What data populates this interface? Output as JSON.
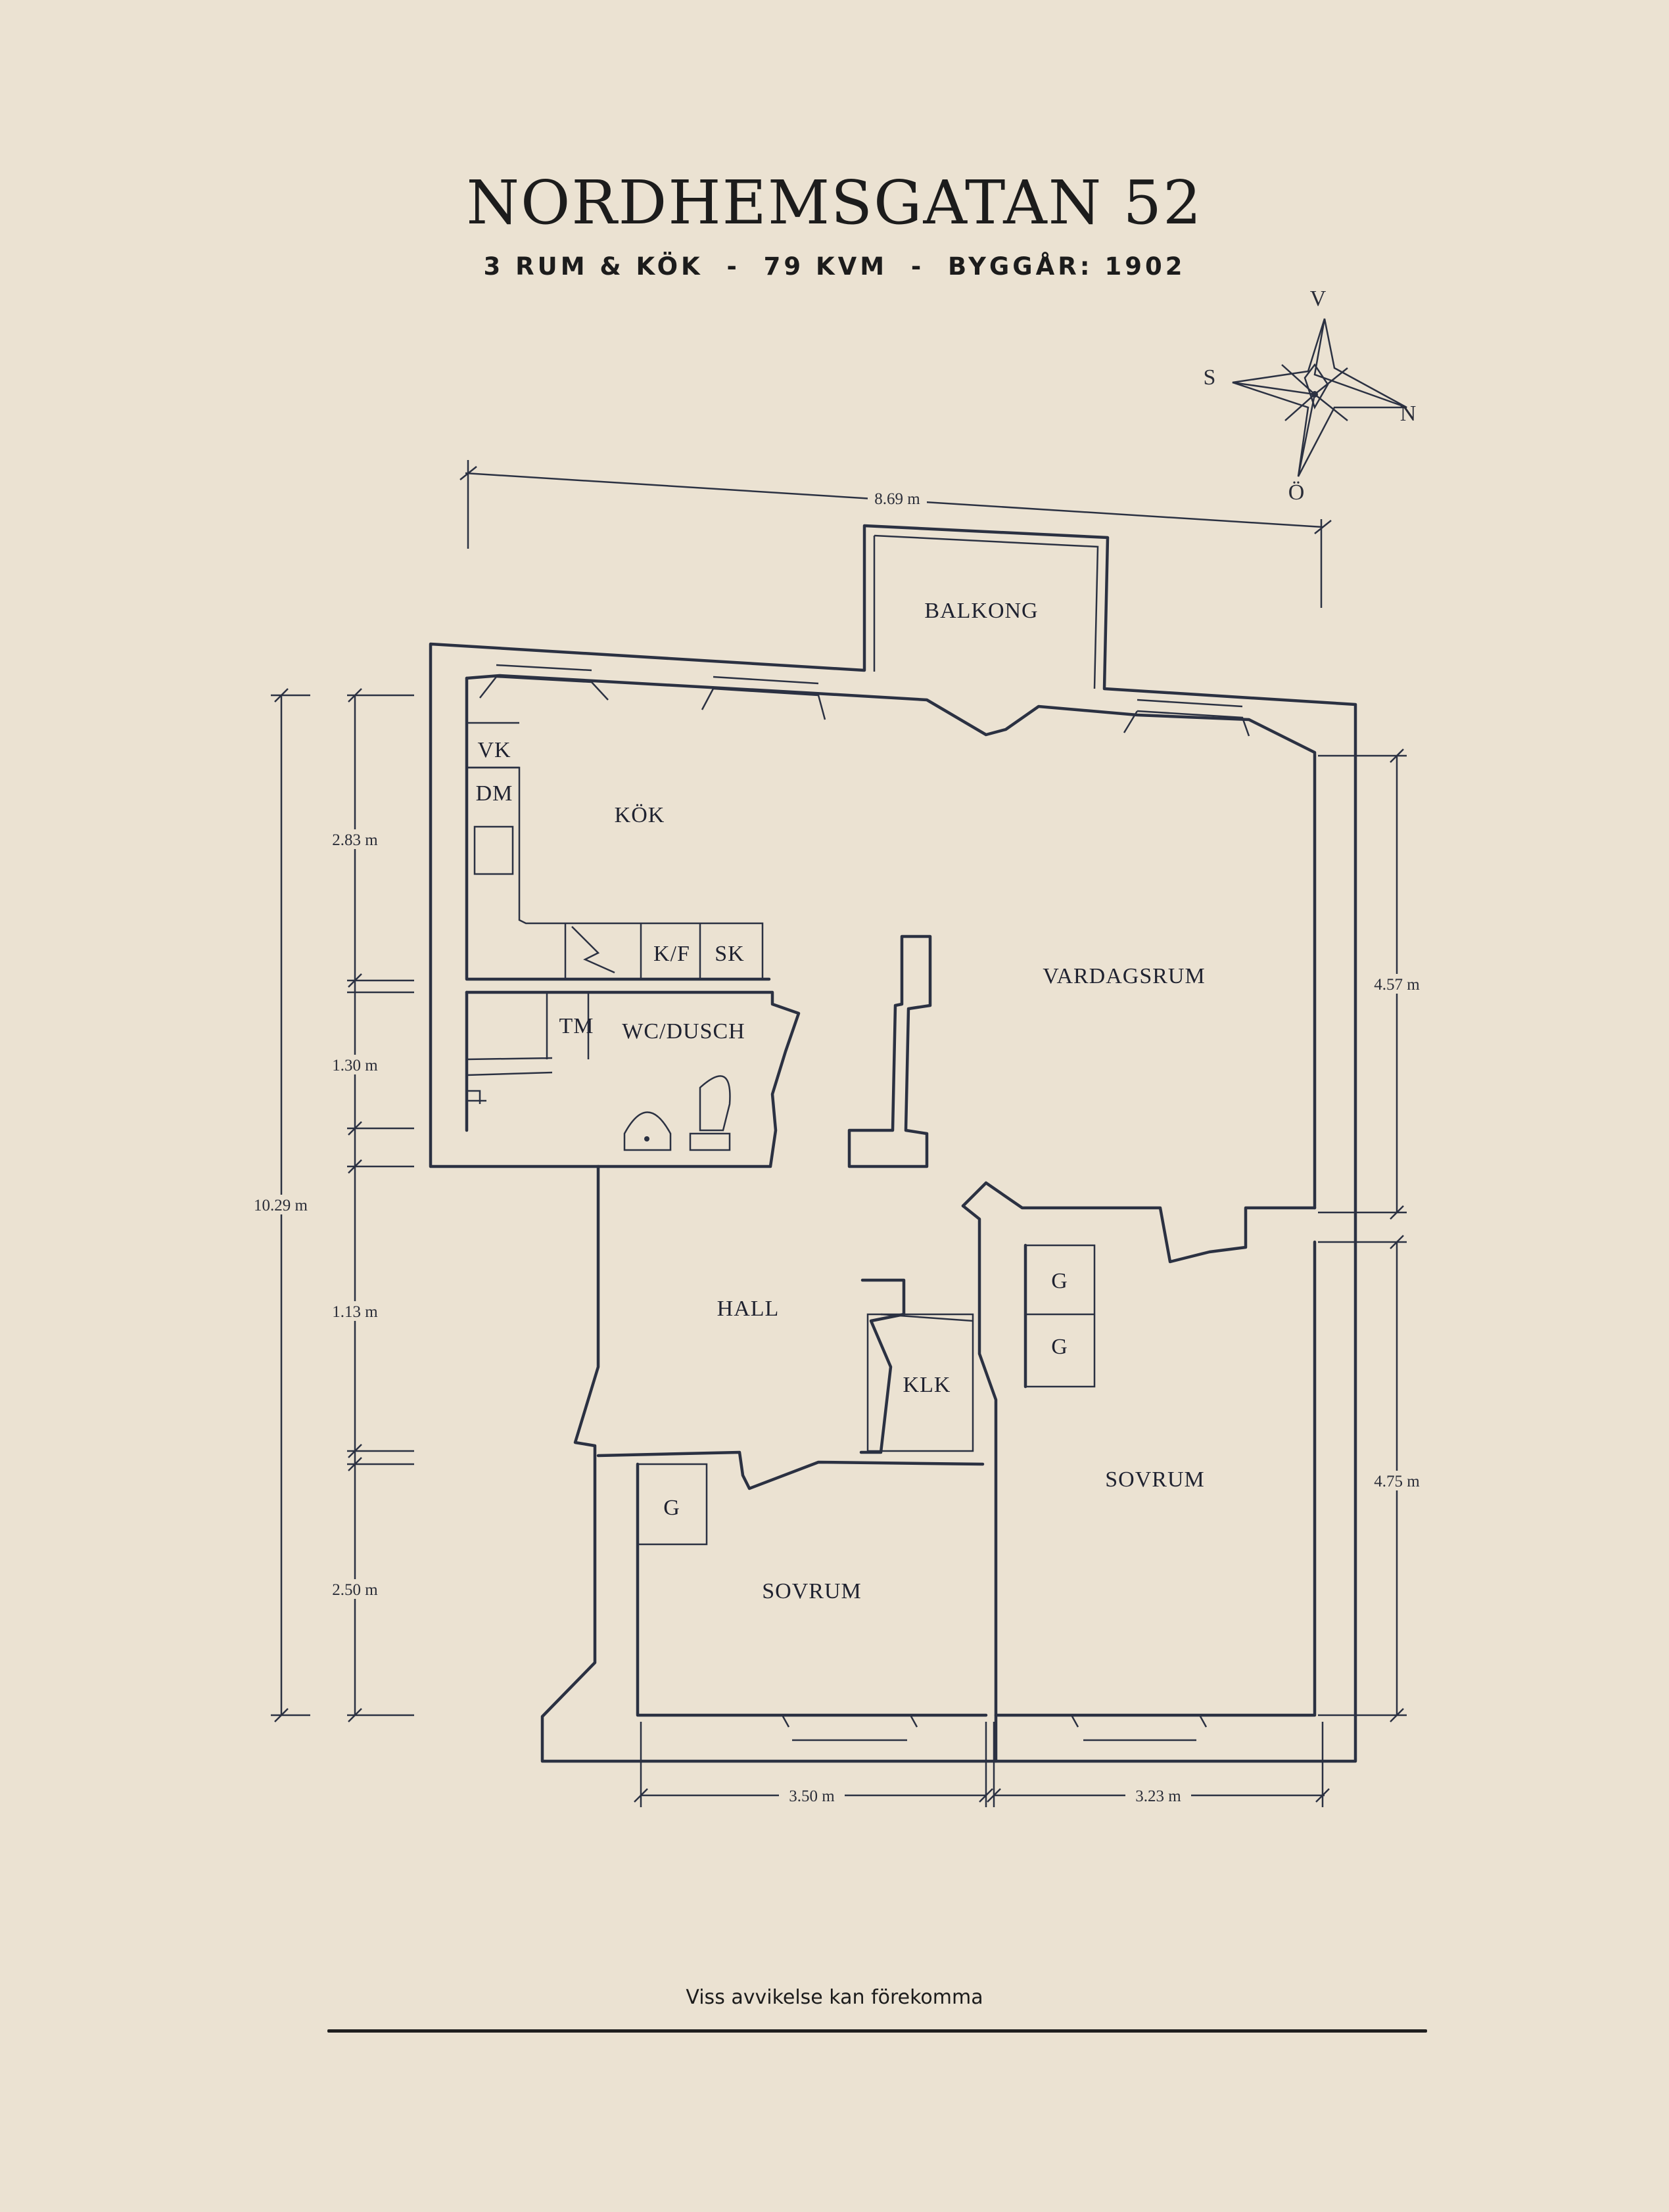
{
  "header": {
    "title": "NORDHEMSGATAN 52",
    "subtitle": "3 RUM & KÖK  -  79 KVM  -  BYGGÅR: 1902"
  },
  "compass": {
    "v": "V",
    "s": "S",
    "n": "N",
    "o": "Ö"
  },
  "rooms": {
    "balkong": "BALKONG",
    "kok": "KÖK",
    "vk": "VK",
    "dm": "DM",
    "kf": "K/F",
    "sk": "SK",
    "tm": "TM",
    "wc": "WC/DUSCH",
    "vardagsrum": "VARDAGSRUM",
    "hall": "HALL",
    "klk": "KLK",
    "g1": "G",
    "g2": "G",
    "g3": "G",
    "sovrum_left": "SOVRUM",
    "sovrum_right": "SOVRUM"
  },
  "dimensions": {
    "top": "8.69 m",
    "left_total": "10.29 m",
    "left_1": "2.83 m",
    "left_2": "1.30 m",
    "left_3": "1.13 m",
    "left_4": "2.50 m",
    "right_1": "4.57 m",
    "right_2": "4.75 m",
    "bottom_1": "3.50 m",
    "bottom_2": "3.23 m"
  },
  "footer": {
    "disclaimer": "Viss avvikelse kan förekomma"
  },
  "colors": {
    "background": "#ebe2d2",
    "ink": "#2b3142",
    "text": "#1c1c1c"
  }
}
